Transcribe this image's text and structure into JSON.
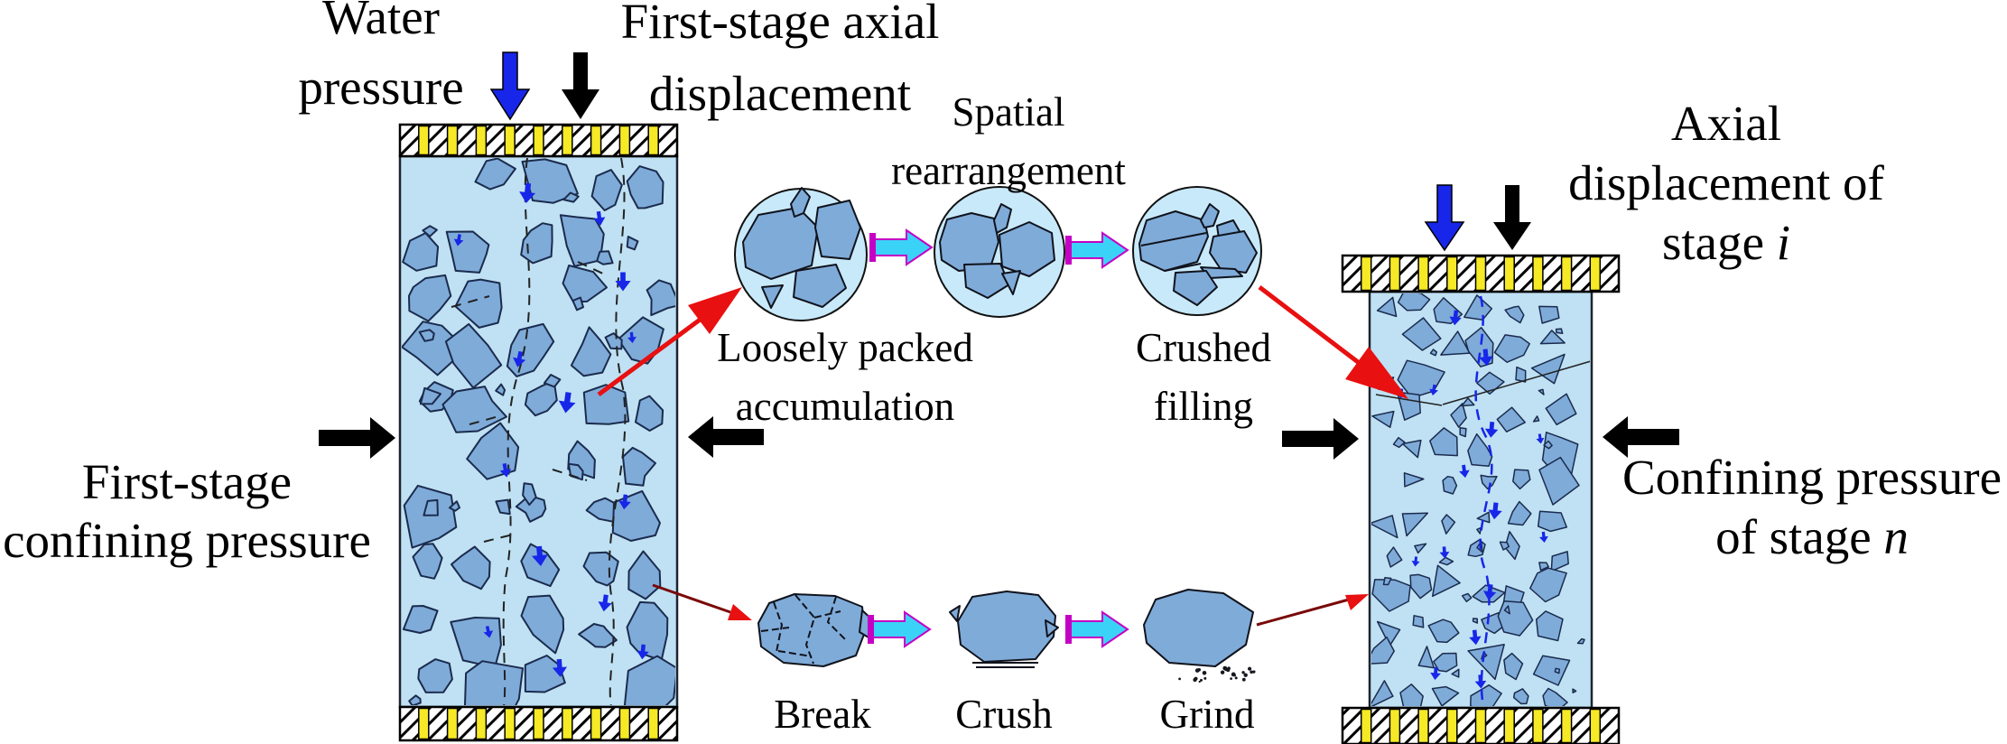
{
  "figure": {
    "background": "#ffffff"
  },
  "labels": {
    "water_pressure": [
      "Water",
      "pressure"
    ],
    "first_stage_axial_displacement": [
      "First-stage axial",
      "displacement"
    ],
    "spatial_rearrangement": [
      "Spatial",
      "rearrangement"
    ],
    "loosely_packed_accumulation": [
      "Loosely packed",
      "accumulation"
    ],
    "crushed_filling": [
      "Crushed",
      "filling"
    ],
    "axial_displacement_stage_i": {
      "line1": "Axial",
      "line2": "displacement of",
      "line3_prefix": "stage ",
      "line3_var": "i"
    },
    "first_stage_confining_pressure": [
      "First-stage",
      "confining pressure"
    ],
    "confining_pressure_stage_n": {
      "line1": "Confining pressure",
      "line2_prefix": "of stage ",
      "line2_var": "n"
    },
    "break_label": "Break",
    "crush_label": "Crush",
    "grind_label": "Grind"
  },
  "process": {
    "top_sequence": [
      "Loosely packed accumulation",
      "Spatial rearrangement",
      "Crushed filling"
    ],
    "bottom_sequence": [
      "Break",
      "Crush",
      "Grind"
    ]
  },
  "colors": {
    "specimen_fill": "#bfe1f3",
    "inset_circle_fill": "#c8e9fa",
    "particle_fill": "#7fabd9",
    "particle_outline": "#1b2b4d",
    "platen_yellow": "#f6e926",
    "water_arrow_blue": "#1726e8",
    "process_arrow_cyan": "#3bd2f8",
    "process_arrow_outline_magenta": "#c400c4",
    "transition_arrow_red": "#e81010",
    "thin_arrow_dark_red": "#7a0808",
    "pressure_arrow_black": "#000000",
    "debris_dot": "#15181f"
  },
  "icons": {
    "water_pressure_arrow": "blue-down-arrow",
    "axial_displacement_arrow": "black-down-arrow",
    "confining_pressure_arrow": "black-horizontal-block-arrow",
    "process_step_arrow": "cyan-right-block-arrow",
    "transition_arrow": "red-arrow",
    "water_flow_arrow": "small-blue-down-arrow"
  }
}
